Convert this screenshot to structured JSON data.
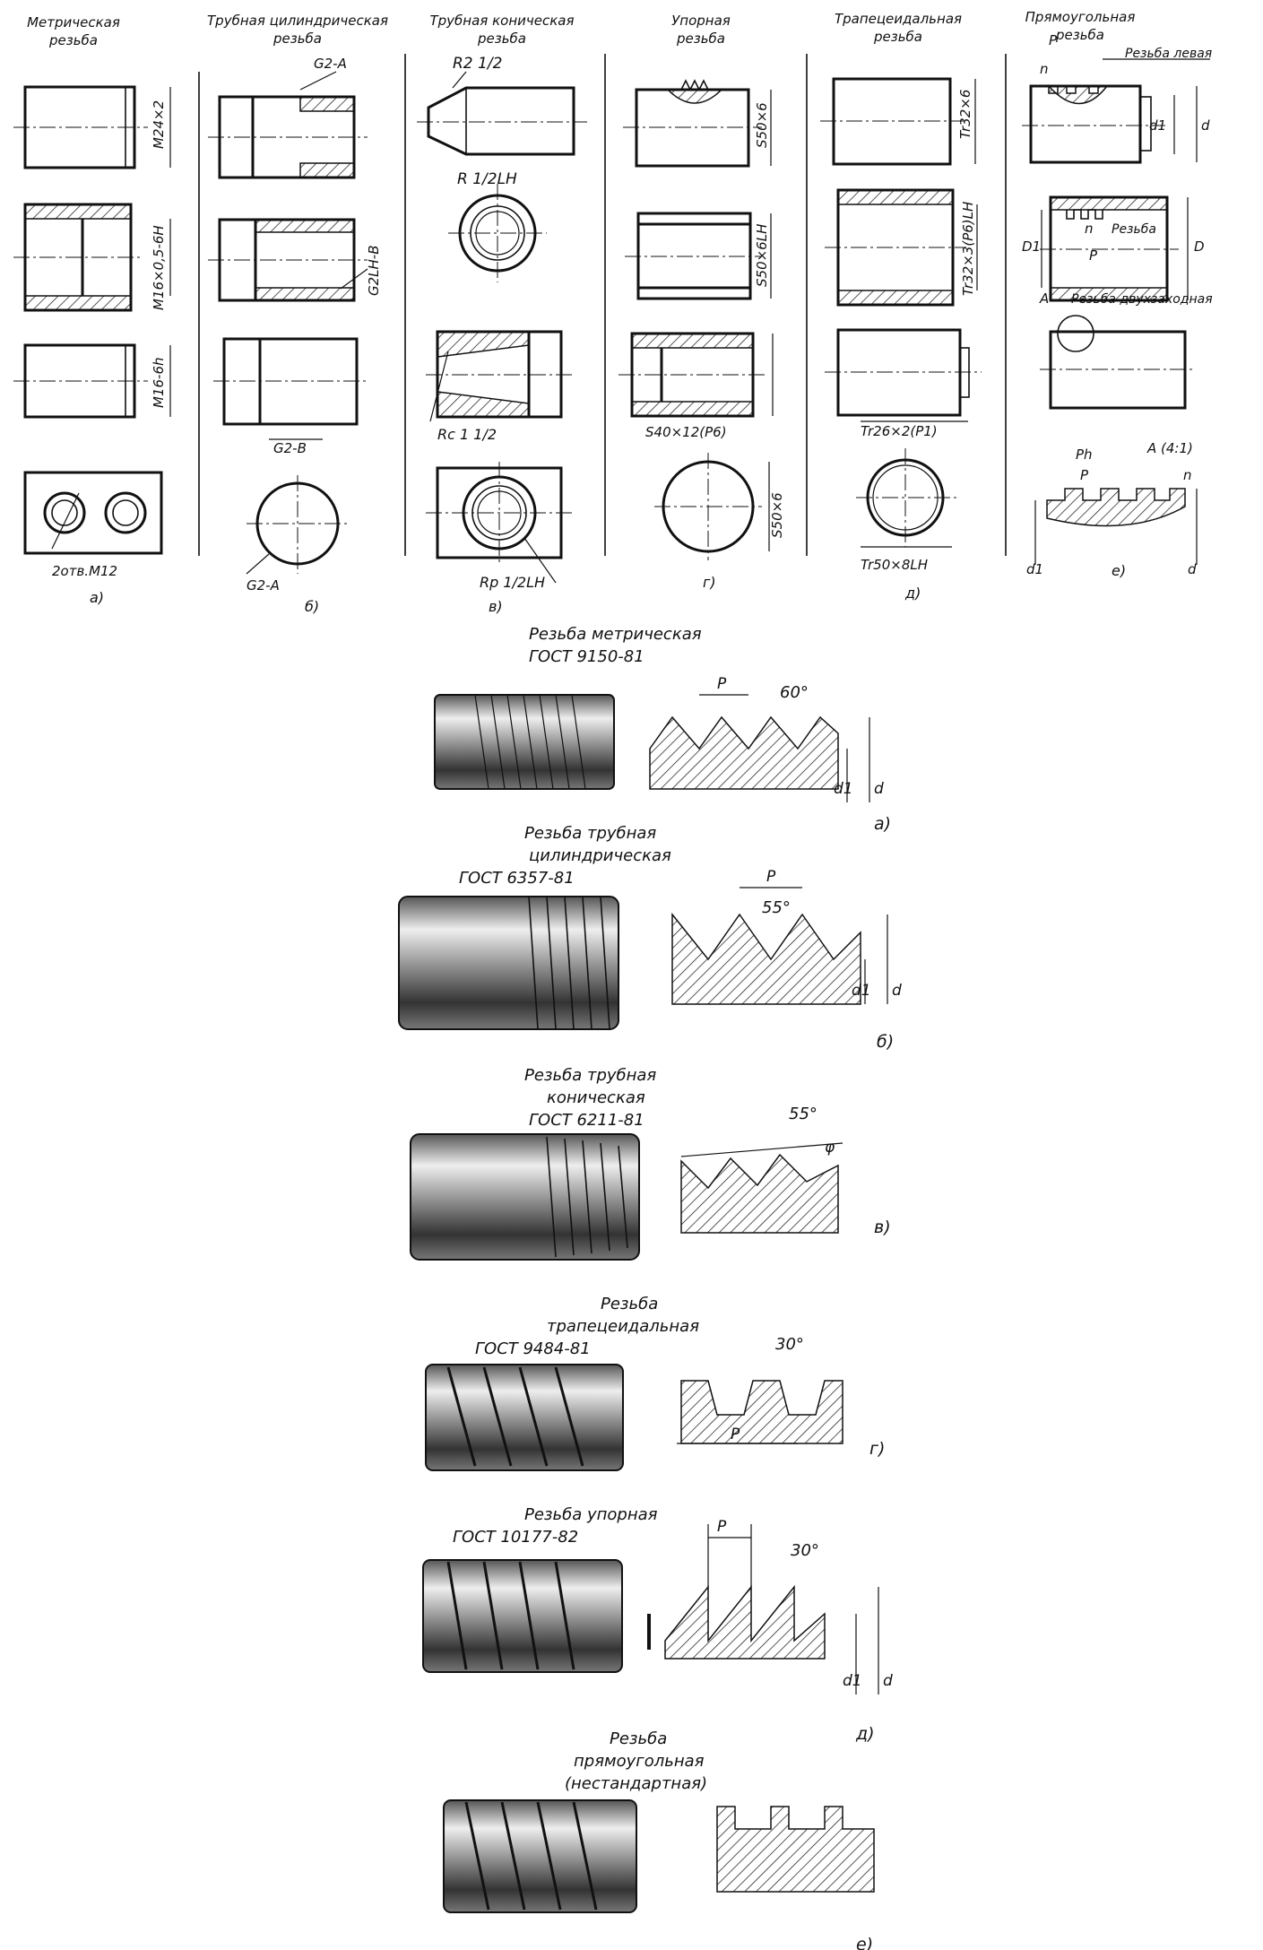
{
  "top_panel": {
    "columns": [
      {
        "title_lines": [
          "Метрическая",
          "резьба"
        ],
        "letter": "а)",
        "labels": [
          "М24×2",
          "М16×0,5-6Н",
          "М16-6h",
          "2отв.М12"
        ]
      },
      {
        "title_lines": [
          "Трубная цилиндрическая",
          "резьба"
        ],
        "letter": "б)",
        "labels": [
          "G2-A",
          "G2LH-B",
          "G2-B",
          "G2-A"
        ]
      },
      {
        "title_lines": [
          "Трубная коническая",
          "резьба"
        ],
        "letter": "в)",
        "labels": [
          "R2 1/2",
          "R 1/2LH",
          "Rc 1 1/2",
          "Rp 1/2LH"
        ]
      },
      {
        "title_lines": [
          "Упорная",
          "резьба"
        ],
        "letter": "г)",
        "labels": [
          "S50×6",
          "S50×6LH",
          "S40×12(P6)",
          "S50×6"
        ]
      },
      {
        "title_lines": [
          "Трапецеидальная",
          "резьба"
        ],
        "letter": "д)",
        "labels": [
          "Tr32×6",
          "Tr32×3(P6)LH",
          "Tr26×2(P1)",
          "Tr50×8LH"
        ]
      },
      {
        "title_lines": [
          "Прямоугольная",
          "резьба"
        ],
        "letter": "е)",
        "labels": [
          "P",
          "n",
          "Резьба левая",
          "d1",
          "d",
          "D1",
          "n",
          "Резьба",
          "P",
          "D",
          "A",
          "Резьба двухзаходная",
          "Ph",
          "A (4:1)",
          "P",
          "n",
          "d1",
          "d"
        ]
      }
    ]
  },
  "bottom_panel": {
    "rows": [
      {
        "title_lines": [
          "Резьба метрическая",
          "ГОСТ 9150-81"
        ],
        "angle": "60°",
        "letter": "а)",
        "marks": [
          "P",
          "d1",
          "d"
        ]
      },
      {
        "title_lines": [
          "Резьба трубная",
          "цилиндрическая",
          "ГОСТ 6357-81"
        ],
        "angle": "55°",
        "letter": "б)",
        "marks": [
          "P",
          "d1",
          "d"
        ]
      },
      {
        "title_lines": [
          "Резьба трубная",
          "коническая",
          "ГОСТ 6211-81"
        ],
        "angle": "55°",
        "letter": "в)",
        "marks": [
          "φ"
        ]
      },
      {
        "title_lines": [
          "Резьба",
          "трапецеидальная",
          "ГОСТ 9484-81"
        ],
        "angle": "30°",
        "letter": "г)",
        "marks": [
          "P"
        ]
      },
      {
        "title_lines": [
          "Резьба упорная",
          "ГОСТ 10177-82"
        ],
        "angle": "30°",
        "letter": "д)",
        "marks": [
          "P",
          "d1",
          "d"
        ]
      },
      {
        "title_lines": [
          "Резьба",
          "прямоугольная",
          "(нестандартная)"
        ],
        "angle": "",
        "letter": "е)",
        "marks": []
      }
    ]
  }
}
